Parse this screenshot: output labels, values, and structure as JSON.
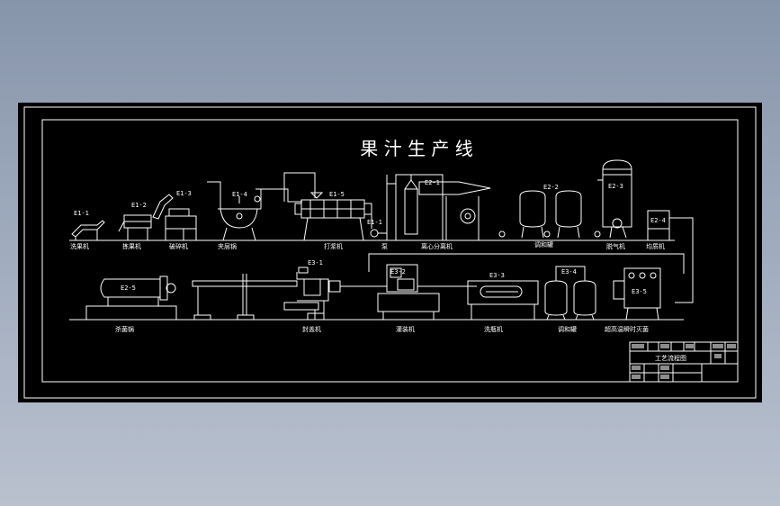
{
  "title": "果 汁 生 产 线",
  "row1": {
    "machines": [
      {
        "tag": "E1-1",
        "label": "洗果机"
      },
      {
        "tag": "E1-2",
        "label": "拣果机"
      },
      {
        "tag": "E1-3",
        "label": "破碎机"
      },
      {
        "tag": "E1-4",
        "label": "夹层锅"
      },
      {
        "tag": "E1-5",
        "label": "打浆机"
      },
      {
        "tag": "E1-1",
        "label": "泵"
      },
      {
        "tag": "E2-1",
        "label": "离心分离机"
      },
      {
        "tag": "E2-2",
        "label": "调和罐"
      },
      {
        "tag": "E2-3",
        "label": "脱气机"
      },
      {
        "tag": "E2-4",
        "label": "均质机"
      }
    ]
  },
  "row2": {
    "machines": [
      {
        "tag": "E2-5",
        "label": "杀菌锅"
      },
      {
        "tag": "E3-1",
        "label": "封盖机"
      },
      {
        "tag": "E3-2",
        "label": "灌装机"
      },
      {
        "tag": "E3-3",
        "label": "洗瓶机"
      },
      {
        "tag": "E3-4",
        "label": "调和罐"
      },
      {
        "tag": "E3-5",
        "label": "超高温瞬时灭菌"
      }
    ]
  },
  "title_block": {
    "drawing_name": "工艺流程图",
    "cells": [
      "",
      "",
      "",
      "",
      "",
      "",
      "",
      "",
      "",
      "",
      "",
      "",
      "",
      ""
    ]
  }
}
